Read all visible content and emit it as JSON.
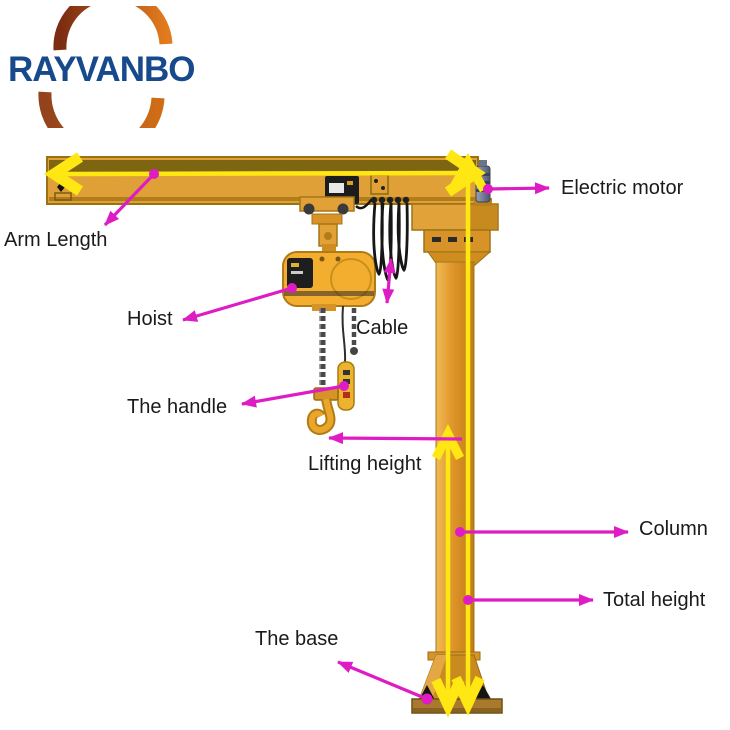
{
  "logo": {
    "text": "RAYVANBO",
    "text_color": "#17498d",
    "arc_top_colors": [
      "#7b2c12",
      "#e27b1e"
    ],
    "arc_bottom_colors": [
      "#93421c",
      "#cf6d17"
    ]
  },
  "diagram": {
    "subject": "jib crane part diagram",
    "labels": [
      {
        "id": "arm-length",
        "text": "Arm Length"
      },
      {
        "id": "electric-motor",
        "text": "Electric motor"
      },
      {
        "id": "hoist",
        "text": "Hoist"
      },
      {
        "id": "cable",
        "text": "Cable"
      },
      {
        "id": "the-handle",
        "text": "The handle"
      },
      {
        "id": "lifting-height",
        "text": "Lifting height"
      },
      {
        "id": "column",
        "text": "Column"
      },
      {
        "id": "total-height",
        "text": "Total height"
      },
      {
        "id": "the-base",
        "text": "The base"
      }
    ],
    "colors": {
      "leader_line": "#df1cc4",
      "measure_arrow": "#ffe713",
      "crane_body": "#e0a038",
      "crane_dark_band": "#7d6511",
      "label_text": "#1a1a1a",
      "background": "#ffffff"
    }
  }
}
